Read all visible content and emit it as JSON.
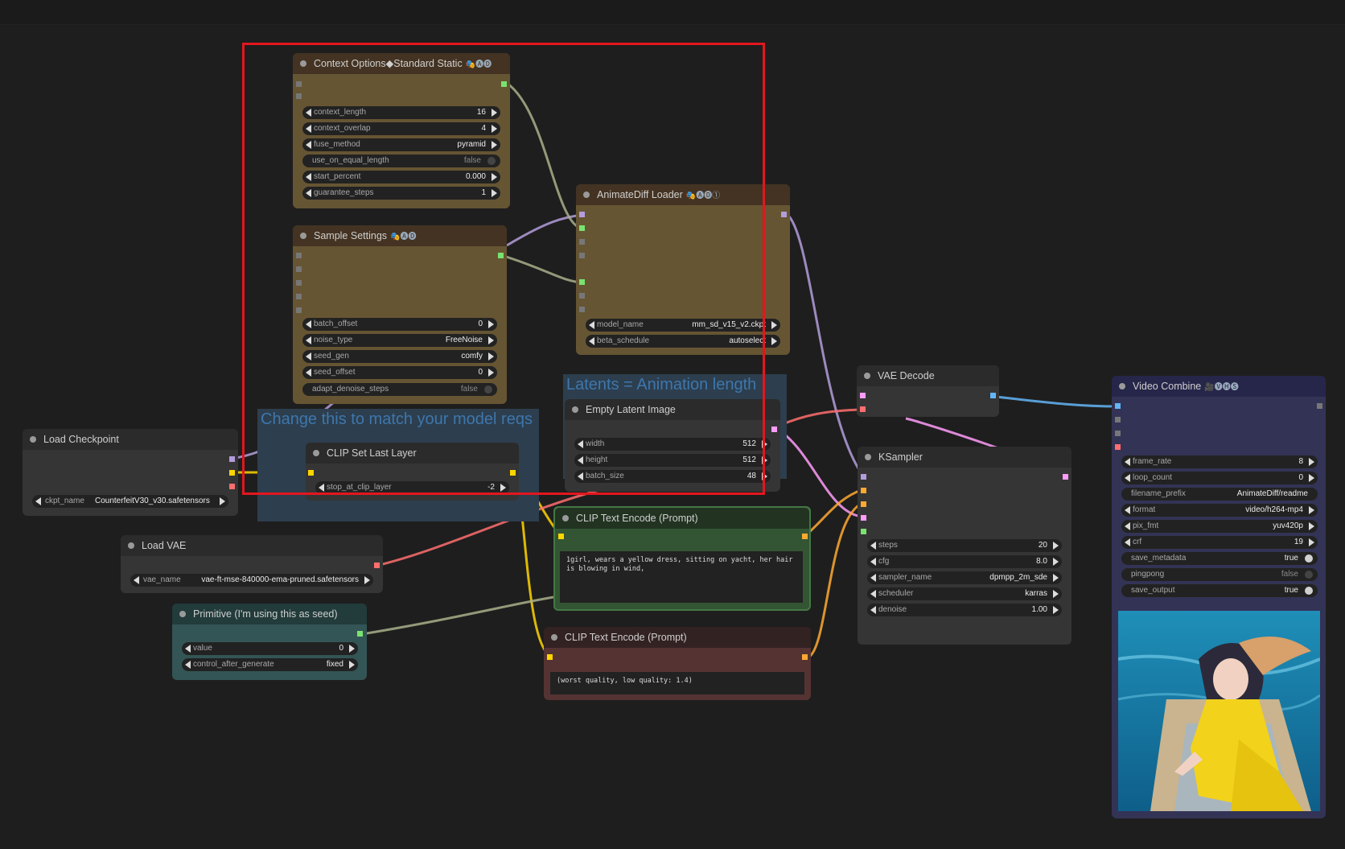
{
  "groups": {
    "model_reqs": "Change this to match your model reqs",
    "latents": "Latents = Animation length"
  },
  "nodes": {
    "context_options": {
      "title": "Context Options◆Standard Static",
      "badge": "🎭🅐🅓",
      "widgets": [
        {
          "label": "context_length",
          "value": "16"
        },
        {
          "label": "context_overlap",
          "value": "4"
        },
        {
          "label": "fuse_method",
          "value": "pyramid"
        },
        {
          "label": "use_on_equal_length",
          "value": "false"
        },
        {
          "label": "start_percent",
          "value": "0.000"
        },
        {
          "label": "guarantee_steps",
          "value": "1"
        }
      ]
    },
    "sample_settings": {
      "title": "Sample Settings",
      "badge": "🎭🅐🅓",
      "widgets": [
        {
          "label": "batch_offset",
          "value": "0"
        },
        {
          "label": "noise_type",
          "value": "FreeNoise"
        },
        {
          "label": "seed_gen",
          "value": "comfy"
        },
        {
          "label": "seed_offset",
          "value": "0"
        },
        {
          "label": "adapt_denoise_steps",
          "value": "false"
        }
      ]
    },
    "animatediff_loader": {
      "title": "AnimateDiff Loader",
      "badge": "🎭🅐🅓①",
      "widgets": [
        {
          "label": "model_name",
          "value": "mm_sd_v15_v2.ckpt"
        },
        {
          "label": "beta_schedule",
          "value": "autoselect"
        }
      ]
    },
    "load_checkpoint": {
      "title": "Load Checkpoint",
      "widgets": [
        {
          "label": "ckpt_name",
          "value": "CounterfeitV30_v30.safetensors"
        }
      ]
    },
    "clip_set_last_layer": {
      "title": "CLIP Set Last Layer",
      "widgets": [
        {
          "label": "stop_at_clip_layer",
          "value": "-2"
        }
      ]
    },
    "empty_latent": {
      "title": "Empty Latent Image",
      "widgets": [
        {
          "label": "width",
          "value": "512"
        },
        {
          "label": "height",
          "value": "512"
        },
        {
          "label": "batch_size",
          "value": "48"
        }
      ]
    },
    "vae_decode": {
      "title": "VAE Decode"
    },
    "ksampler": {
      "title": "KSampler",
      "widgets": [
        {
          "label": "steps",
          "value": "20"
        },
        {
          "label": "cfg",
          "value": "8.0"
        },
        {
          "label": "sampler_name",
          "value": "dpmpp_2m_sde"
        },
        {
          "label": "scheduler",
          "value": "karras"
        },
        {
          "label": "denoise",
          "value": "1.00"
        }
      ]
    },
    "video_combine": {
      "title": "Video Combine",
      "badge": "🎥🅥🅗🅢",
      "widgets": [
        {
          "label": "frame_rate",
          "value": "8"
        },
        {
          "label": "loop_count",
          "value": "0"
        },
        {
          "label": "filename_prefix",
          "value": "AnimateDiff/readme"
        },
        {
          "label": "format",
          "value": "video/h264-mp4"
        },
        {
          "label": "pix_fmt",
          "value": "yuv420p"
        },
        {
          "label": "crf",
          "value": "19"
        },
        {
          "label": "save_metadata",
          "value": "true"
        },
        {
          "label": "pingpong",
          "value": "false"
        },
        {
          "label": "save_output",
          "value": "true"
        }
      ]
    },
    "load_vae": {
      "title": "Load VAE",
      "widgets": [
        {
          "label": "vae_name",
          "value": "vae-ft-mse-840000-ema-pruned.safetensors"
        }
      ]
    },
    "clip_text_pos": {
      "title": "CLIP Text Encode (Prompt)",
      "text": "1girl, wears a yellow dress, sitting on yacht, her hair is blowing in wind,"
    },
    "clip_text_neg": {
      "title": "CLIP Text Encode (Prompt)",
      "text": "(worst quality, low quality: 1.4)"
    },
    "primitive": {
      "title": "Primitive (I'm using this as seed)",
      "widgets": [
        {
          "label": "value",
          "value": "0"
        },
        {
          "label": "control_after_generate",
          "value": "fixed"
        }
      ]
    }
  },
  "colors": {
    "canvas": "#1e1e1e",
    "highlight": "#e3161e",
    "model_wire": "#b39ddb",
    "clip_wire": "#ffd500",
    "latent_wire": "#ff9cf9",
    "vae_wire": "#ff6e6e",
    "image_wire": "#64b5f6",
    "conditioning_wire": "#ffa931",
    "int_wire": "#a8b08a"
  }
}
